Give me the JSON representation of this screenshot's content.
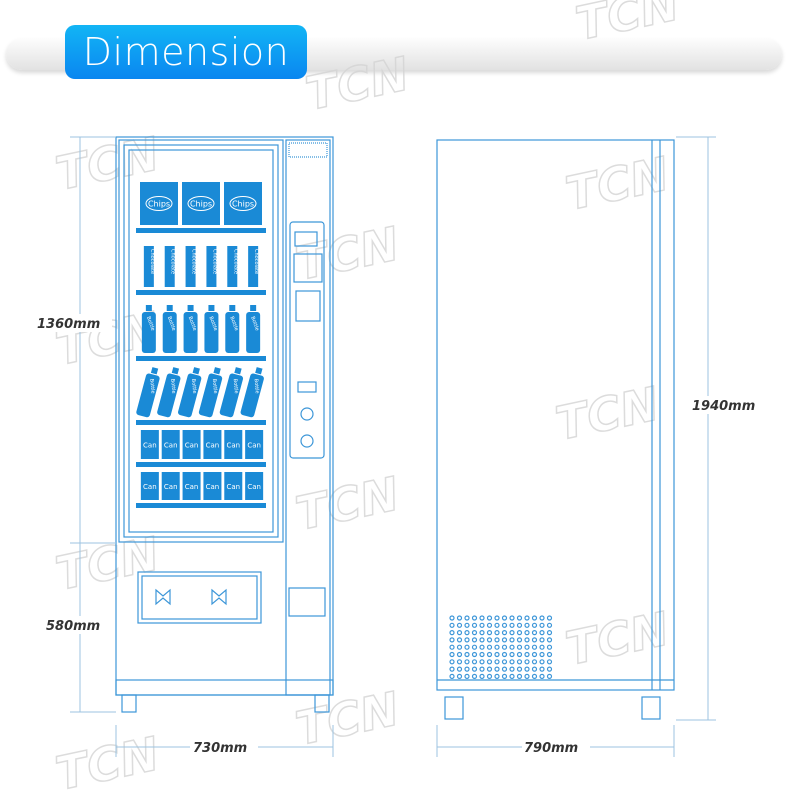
{
  "header": {
    "title": "Dimension"
  },
  "watermark": "TCN",
  "colors": {
    "accent": "#1a8ad6",
    "line": "#3c96d8",
    "dim": "#9cc3e0"
  },
  "dimensions": {
    "upper_height": "1360mm",
    "lower_height": "580mm",
    "front_width": "730mm",
    "total_height": "1940mm",
    "side_depth": "790mm"
  },
  "shelves": [
    {
      "label": "Chips",
      "count": 3,
      "kind": "bag"
    },
    {
      "label": "Chocolate",
      "count": 6,
      "kind": "bar"
    },
    {
      "label": "Bottle",
      "count": 6,
      "kind": "bottle"
    },
    {
      "label": "Bottle",
      "count": 6,
      "kind": "tilted-bottle"
    },
    {
      "label": "Can",
      "count": 6,
      "kind": "can"
    },
    {
      "label": "Can",
      "count": 6,
      "kind": "can"
    }
  ]
}
